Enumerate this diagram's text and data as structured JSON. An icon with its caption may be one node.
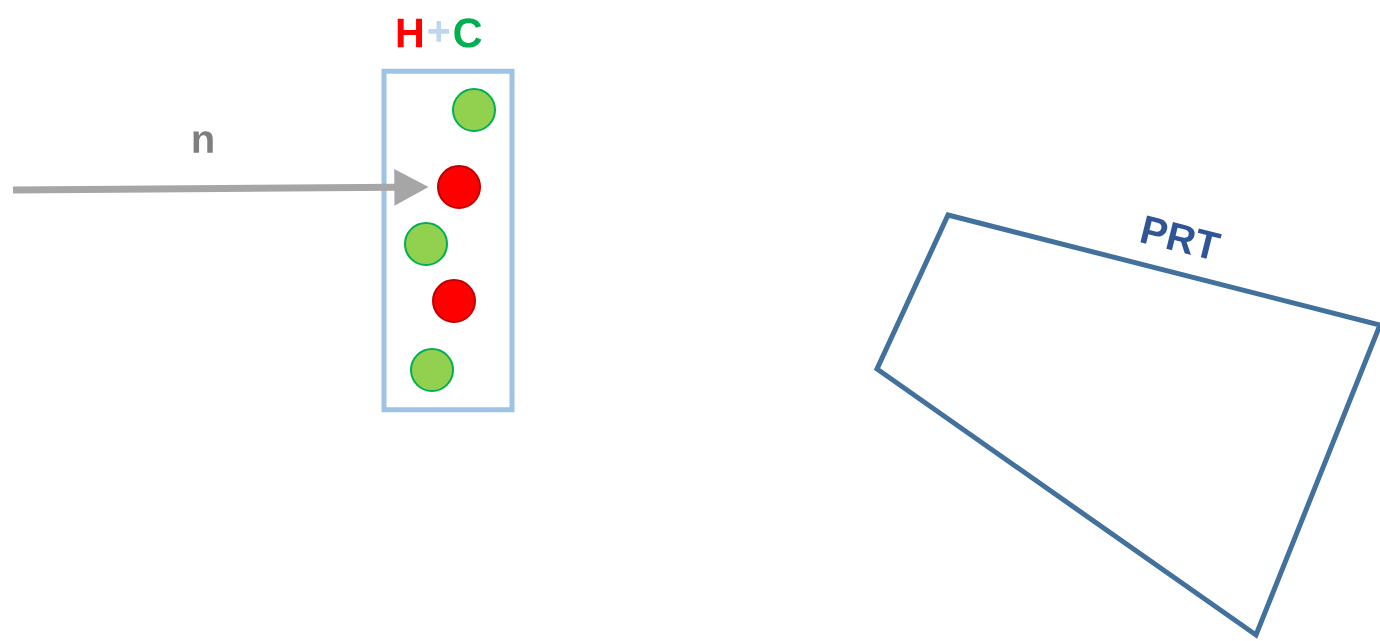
{
  "diagram": {
    "nodes": [
      {
        "text": [
          "H",
          "+",
          "C"
        ]
      },
      {
        "text": [],
        "shape": "circle",
        "in": 0
      },
      {
        "text": [],
        "shape": "circle",
        "in": 0
      },
      {
        "text": [],
        "shape": "circle",
        "in": 0
      },
      {
        "text": [],
        "shape": "circle",
        "in": 0
      },
      {
        "text": [],
        "shape": "circle",
        "in": 0
      },
      {
        "text": [
          "PRT"
        ]
      }
    ],
    "edges": [
      {
        "from": null,
        "to": 2,
        "arrow": "to",
        "label": "n"
      }
    ]
  }
}
